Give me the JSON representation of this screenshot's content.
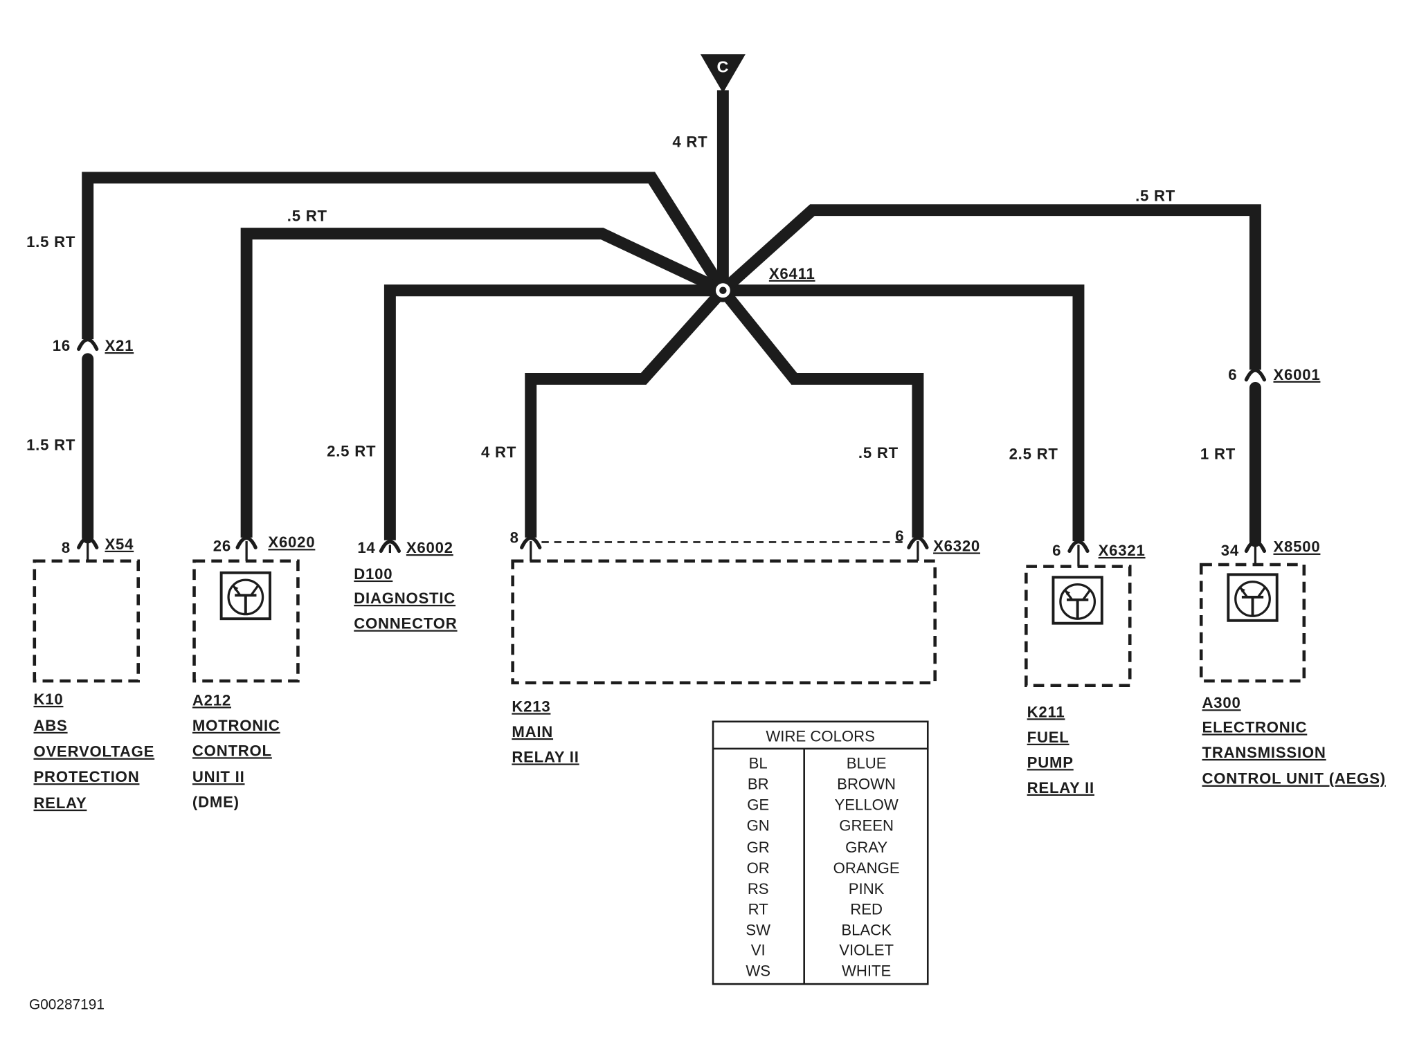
{
  "colors": {
    "ink": "#1c1c1c",
    "background": "#ffffff"
  },
  "source": {
    "marker": "C",
    "wire": "4 RT"
  },
  "splice": {
    "label": "X6411"
  },
  "k10": {
    "wire_upper": "1.5 RT",
    "inline_connector": {
      "pin": "16",
      "label": "X21"
    },
    "wire_lower": "1.5 RT",
    "connector": {
      "pin": "8",
      "label": "X54"
    },
    "lines": [
      "K10",
      "ABS",
      "OVERVOLTAGE",
      "PROTECTION",
      "RELAY"
    ]
  },
  "a212": {
    "wire": ".5 RT",
    "connector": {
      "pin": "26",
      "label": "X6020"
    },
    "icon": "transistor-icon",
    "lines": [
      "A212",
      "MOTRONIC",
      "CONTROL",
      "UNIT II",
      "(DME)"
    ]
  },
  "d100": {
    "wire": "2.5 RT",
    "connector": {
      "pin": "14",
      "label": "X6002"
    },
    "lines": [
      "D100",
      "DIAGNOSTIC",
      "CONNECTOR"
    ]
  },
  "k213": {
    "wire_left": "4 RT",
    "pin_left": "8",
    "wire_right": ".5 RT",
    "pin_right": "6",
    "connector_label": "X6320",
    "lines": [
      "K213",
      "MAIN",
      "RELAY II"
    ]
  },
  "k211": {
    "wire": "2.5 RT",
    "connector": {
      "pin": "6",
      "label": "X6321"
    },
    "icon": "transistor-icon",
    "lines": [
      "K211",
      "FUEL",
      "PUMP",
      "RELAY II"
    ]
  },
  "a300": {
    "wire_upper": ".5 RT",
    "inline_connector": {
      "pin": "6",
      "label": "X6001"
    },
    "wire_lower": "1 RT",
    "connector": {
      "pin": "34",
      "label": "X8500"
    },
    "icon": "transistor-icon",
    "lines": [
      "A300",
      "ELECTRONIC",
      "TRANSMISSION",
      "CONTROL UNIT (AEGS)"
    ]
  },
  "wire_colors": {
    "title": "WIRE COLORS",
    "rows": [
      {
        "code": "BL",
        "color": "BLUE"
      },
      {
        "code": "BR",
        "color": "BROWN"
      },
      {
        "code": "GE",
        "color": "YELLOW"
      },
      {
        "code": "GN",
        "color": "GREEN"
      },
      {
        "code": "GR",
        "color": "GRAY"
      },
      {
        "code": "OR",
        "color": "ORANGE"
      },
      {
        "code": "RS",
        "color": "PINK"
      },
      {
        "code": "RT",
        "color": "RED"
      },
      {
        "code": "SW",
        "color": "BLACK"
      },
      {
        "code": "VI",
        "color": "VIOLET"
      },
      {
        "code": "WS",
        "color": "WHITE"
      }
    ]
  },
  "footer_code": "G00287191"
}
